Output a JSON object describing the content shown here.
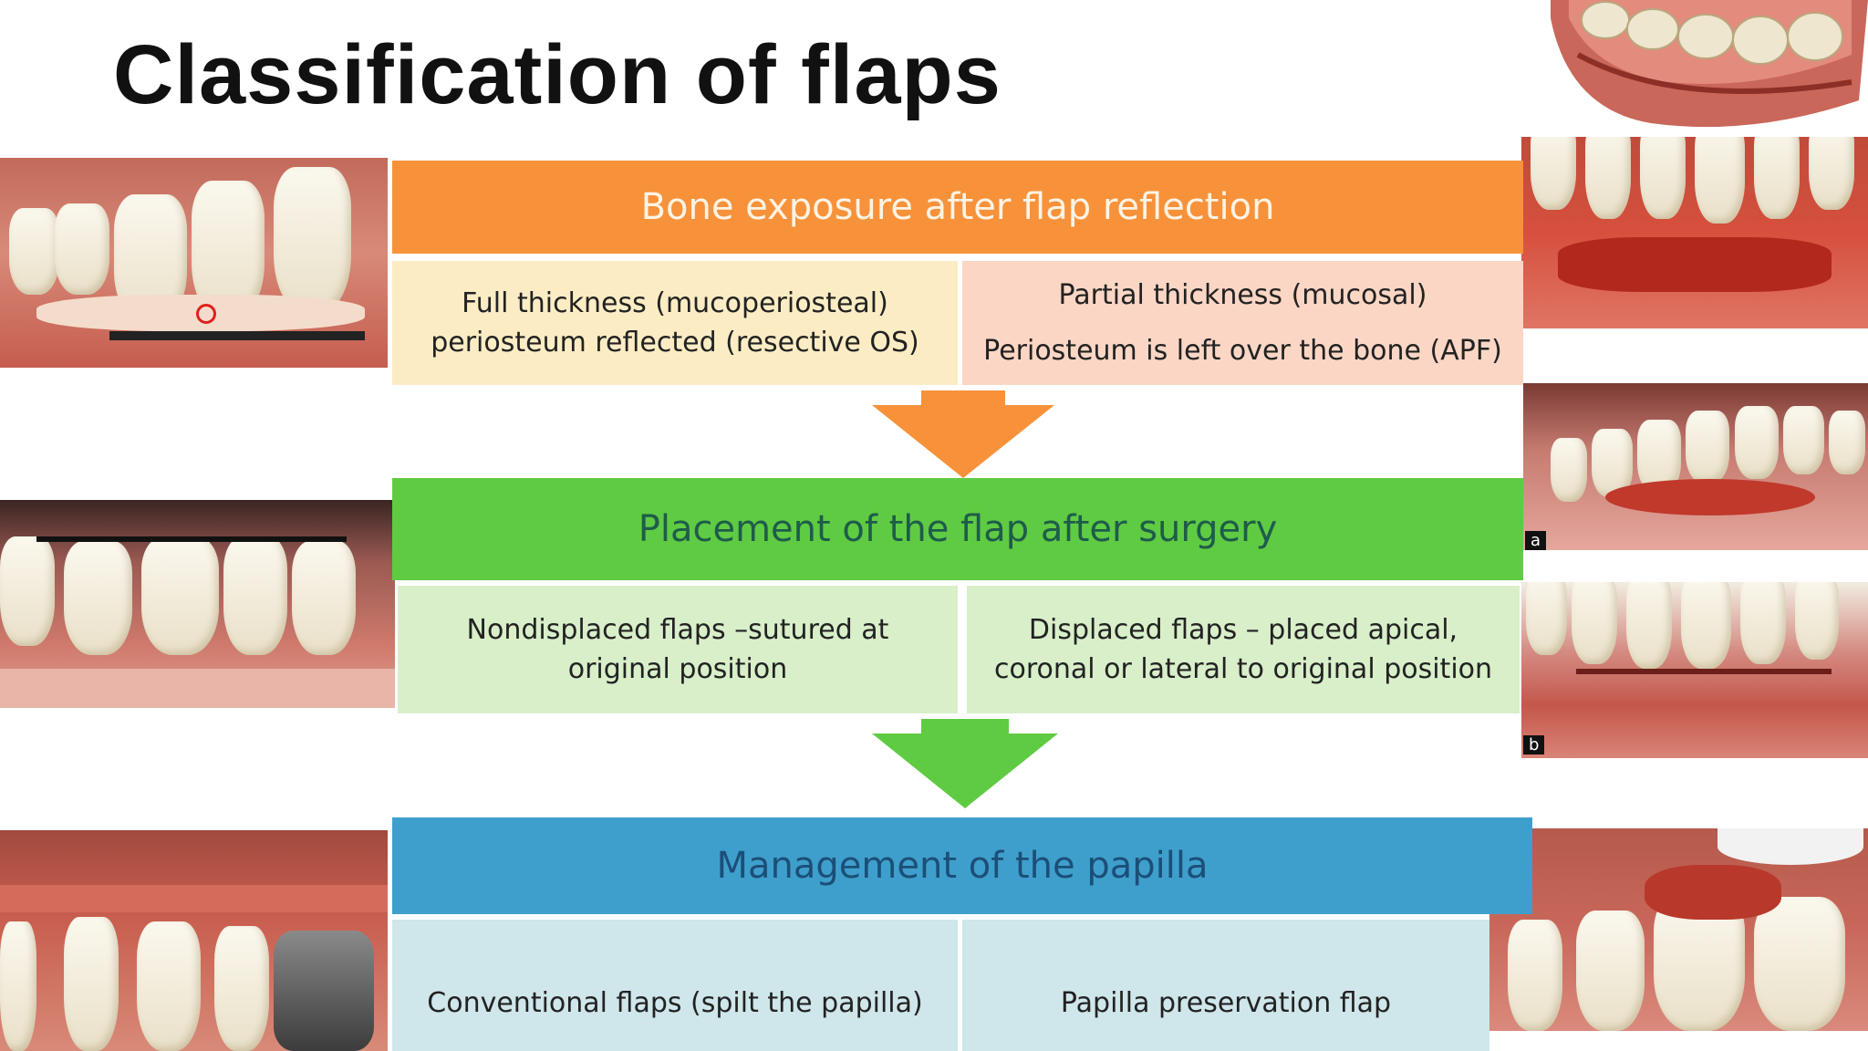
{
  "slide": {
    "title": "Classification of flaps"
  },
  "sections": [
    {
      "heading": "Bone exposure after flap reflection",
      "left": [
        "Full thickness (mucoperiosteal)",
        "periosteum reflected (resective OS)"
      ],
      "right": [
        "Partial thickness (mucosal)",
        "Periosteum is left over the bone (APF)"
      ]
    },
    {
      "heading": "Placement of the flap after surgery",
      "left": [
        "Nondisplaced flaps –sutured at",
        "original position"
      ],
      "right": [
        "Displaced flaps – placed  apical,",
        "coronal or lateral to original position"
      ]
    },
    {
      "heading": "Management of the papilla",
      "left": [
        "Conventional flaps (spilt the papilla)"
      ],
      "right": [
        "Papilla preservation flap"
      ]
    }
  ],
  "figure_labels": {
    "a": "a",
    "b": "b"
  },
  "colors": {
    "orange_band": "#f7923a",
    "orange_left": "#fbecc4",
    "orange_right": "#fbd6c4",
    "green_band": "#5fcb43",
    "green_cells": "#d8efc9",
    "blue_band": "#3f9fcc",
    "blue_cells": "#cfe6ea"
  },
  "icons": {
    "arrow1": "arrow-down-icon",
    "arrow2": "arrow-down-icon"
  }
}
